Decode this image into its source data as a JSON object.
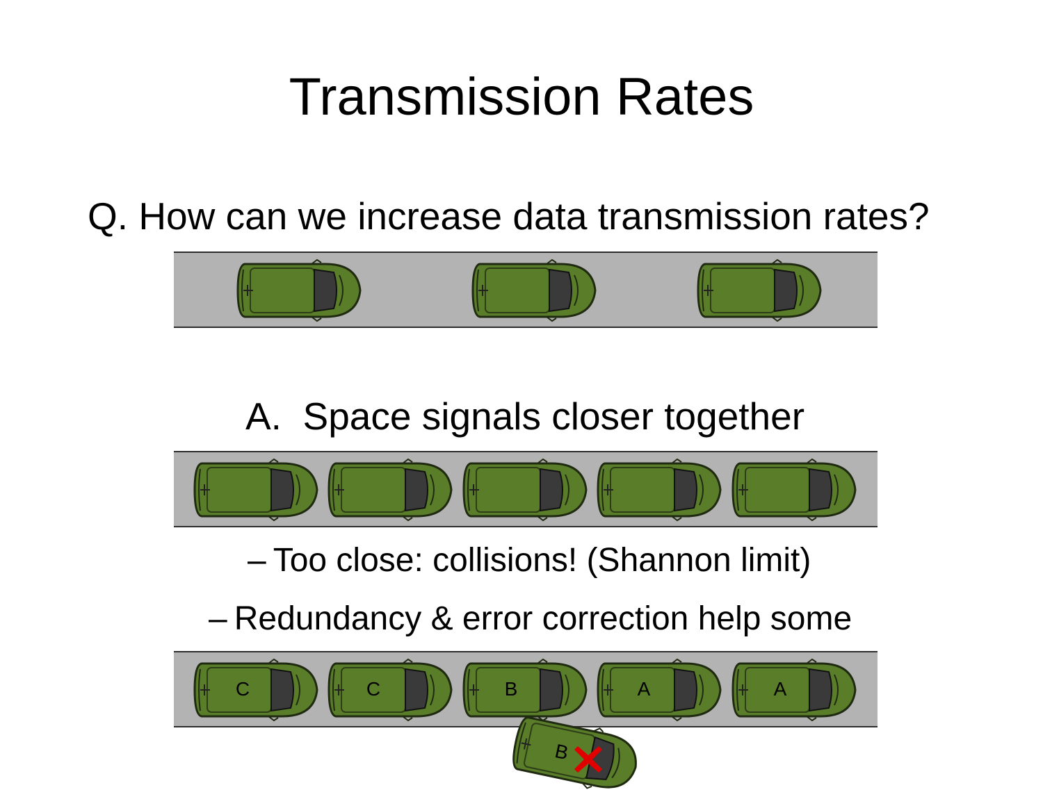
{
  "slide": {
    "title": "Transmission Rates",
    "question": "Q. How can we increase data transmission rates?",
    "answer": "A.  Space signals closer together",
    "bullets": [
      {
        "dash": "–",
        "text": "Too close:  collisions!  (Shannon limit)"
      },
      {
        "dash": "–",
        "text": "Redundancy & error correction help some"
      }
    ]
  },
  "roads": {
    "road1_cars": 3,
    "road2_cars": 5,
    "road3_labels": [
      "C",
      "C",
      "B",
      "A",
      "A"
    ],
    "crashed_label": "B"
  },
  "colors": {
    "car_body": "#5a7d2a",
    "car_glass": "#3a3a3a",
    "road": "#b3b3b3",
    "error_mark": "#e00000"
  },
  "icons": {
    "car": "car-topview-icon",
    "error": "red-x-icon"
  }
}
